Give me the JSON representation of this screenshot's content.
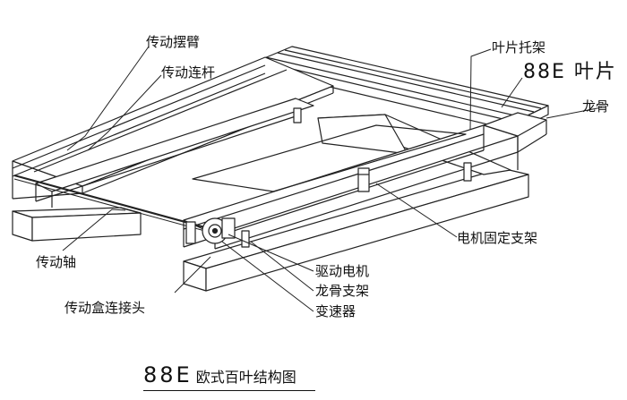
{
  "labels": {
    "arm": "传动摆臂",
    "link_rod": "传动连杆",
    "blade_bracket": "叶片托架",
    "blade": "88E 叶片",
    "keel": "龙骨",
    "motor_mount": "电机固定支架",
    "drive_shaft": "传动轴",
    "motor": "驱动电机",
    "keel_bracket": "龙骨支架",
    "reducer": "变速器",
    "gearbox_connector": "传动盒连接头"
  },
  "title": {
    "main": "88E",
    "sub": "欧式百叶结构图"
  }
}
